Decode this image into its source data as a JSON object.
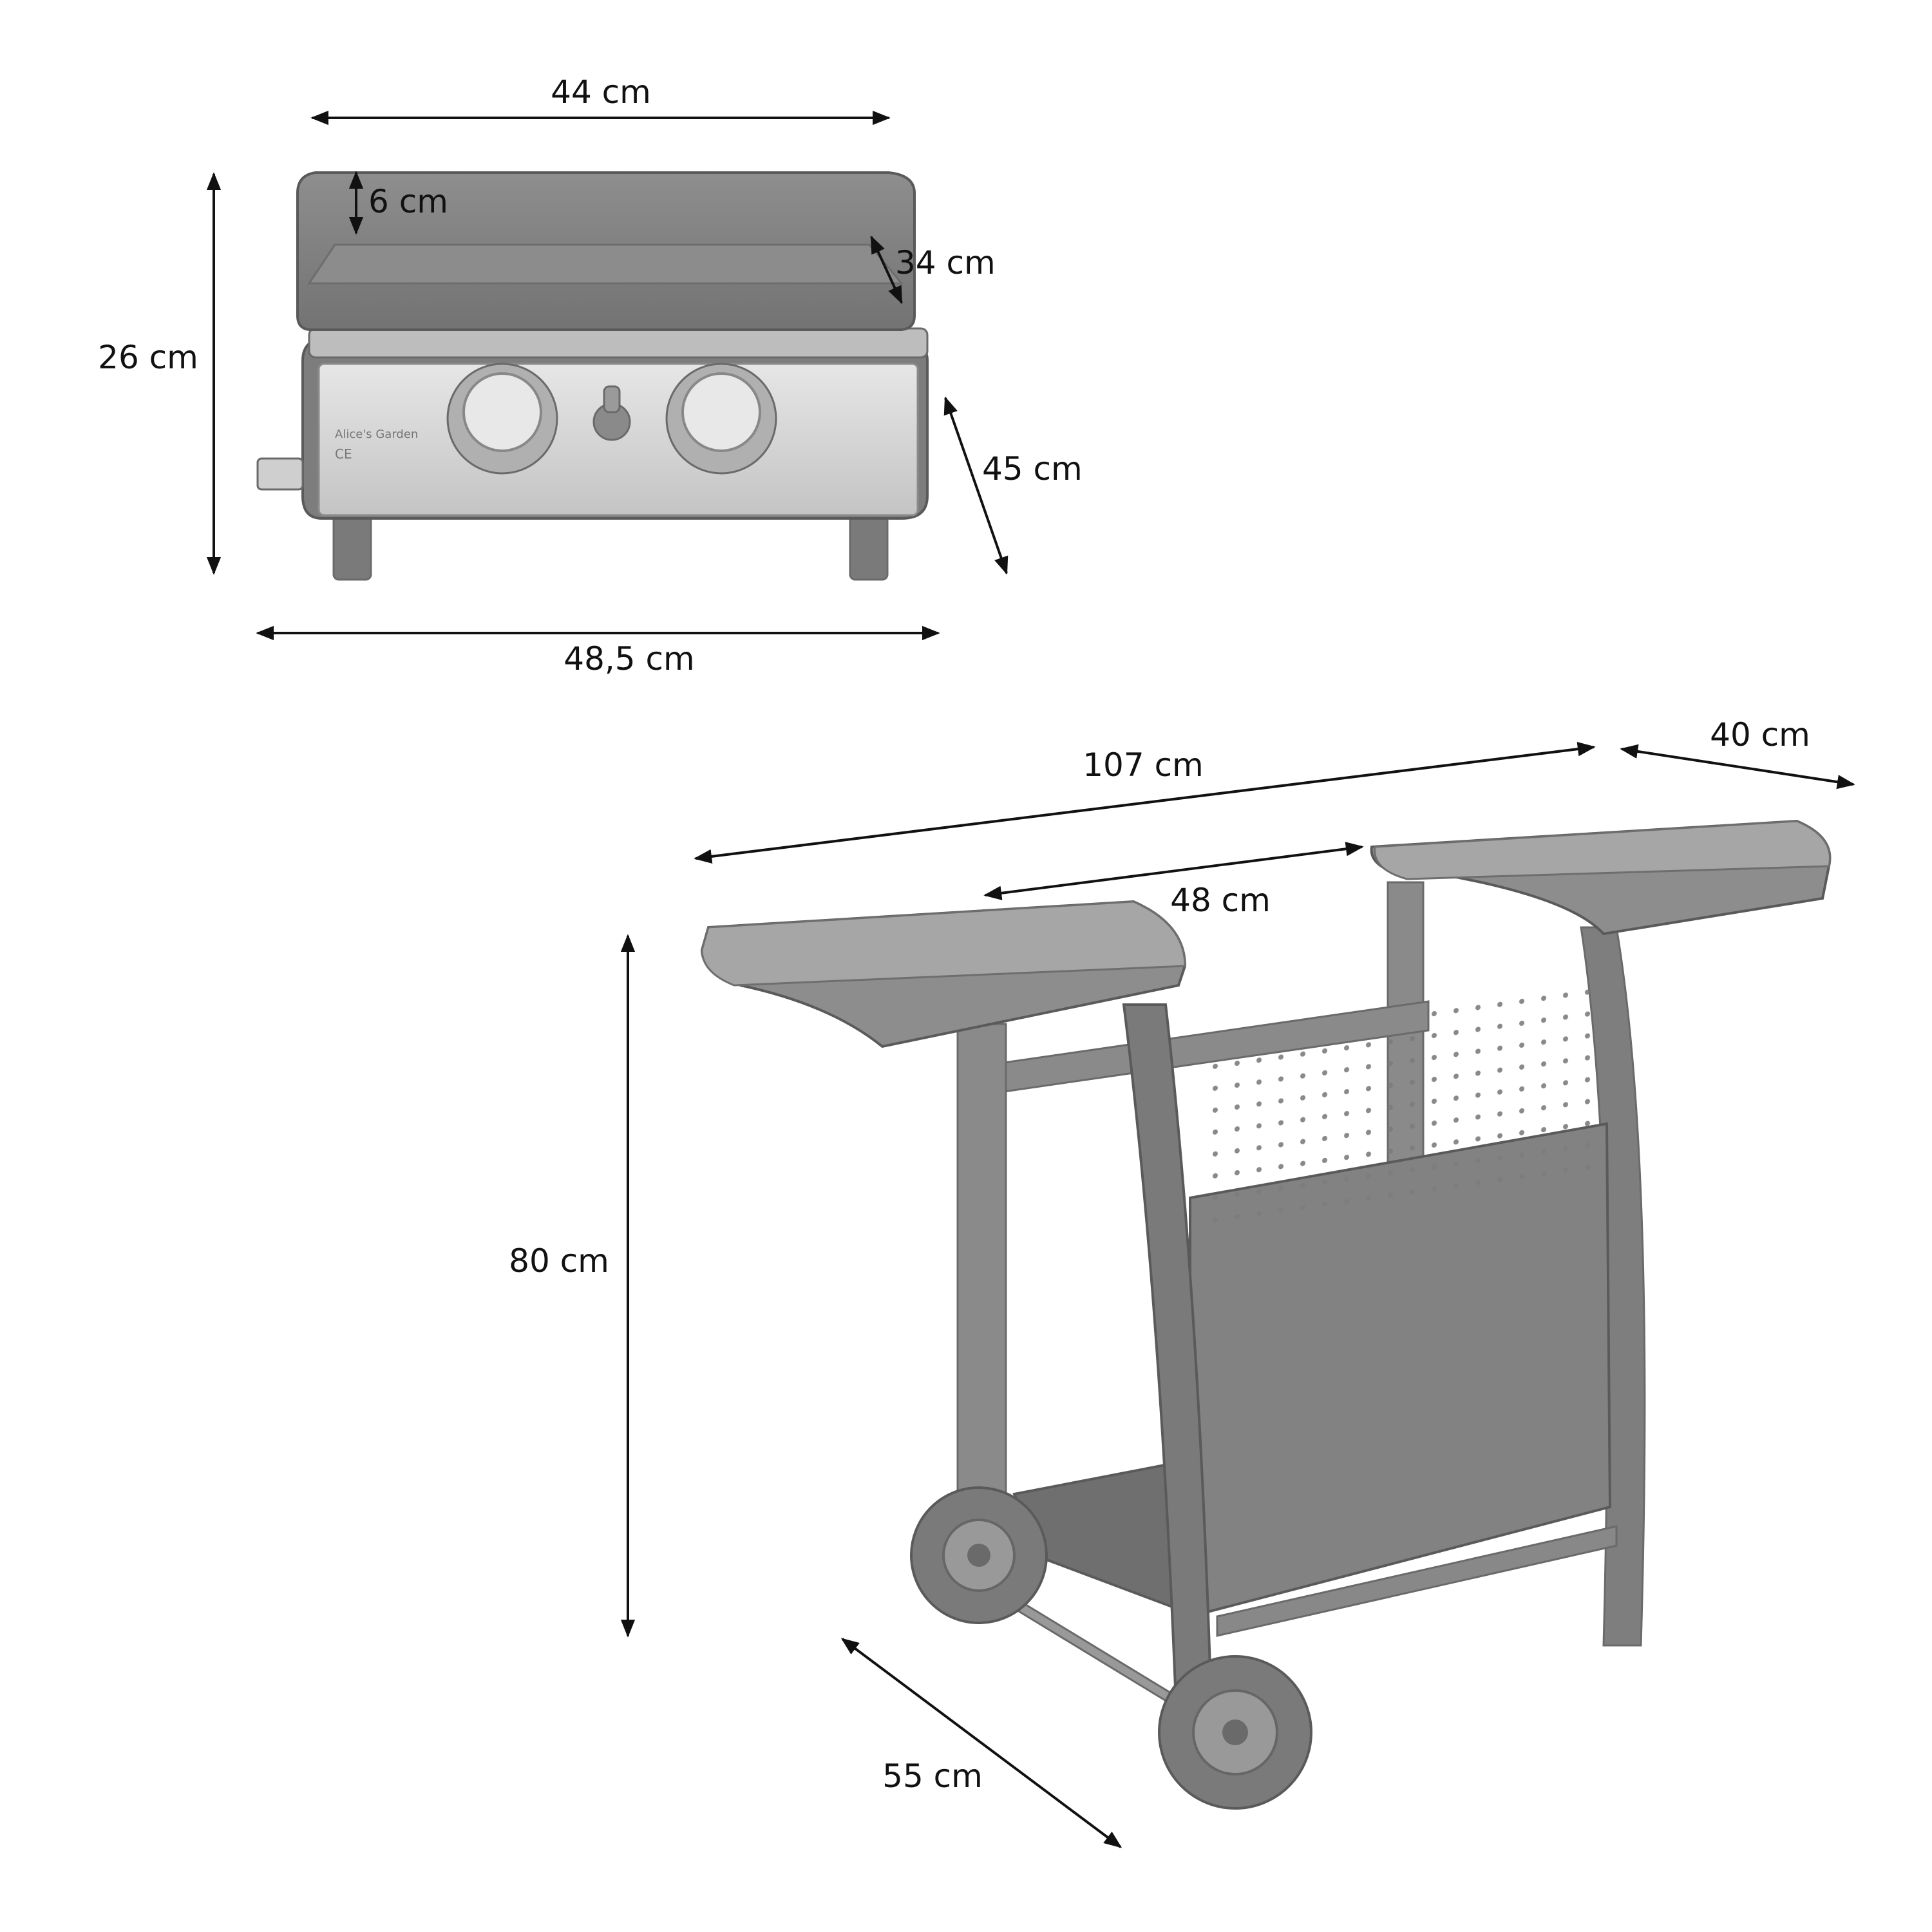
{
  "plancha": {
    "dims": {
      "width_top": "44 cm",
      "lip_height": "6 cm",
      "plate_depth": "34 cm",
      "height": "26 cm",
      "depth": "45 cm",
      "width_bottom": "48,5 cm"
    },
    "brand_label": "Alice's Garden",
    "ce_label": "CE"
  },
  "cart": {
    "dims": {
      "total_width": "107 cm",
      "shelf_depth": "40 cm",
      "inner_width": "48 cm",
      "height": "80 cm",
      "depth": "55 cm"
    }
  },
  "colors": {
    "dark": "#6e6e6e",
    "mid": "#9a9a9a",
    "light": "#c9c9c9",
    "steel": "#d6d6d6"
  }
}
